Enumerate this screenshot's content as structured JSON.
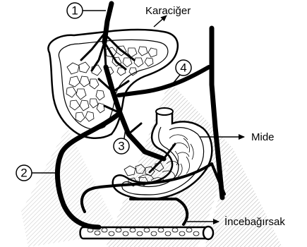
{
  "labels": {
    "liver": "Karaciğer",
    "stomach": "Mide",
    "intestine": "İncebağırsak"
  },
  "numbers": {
    "n1": "1",
    "n2": "2",
    "n3": "3",
    "n4": "4"
  }
}
